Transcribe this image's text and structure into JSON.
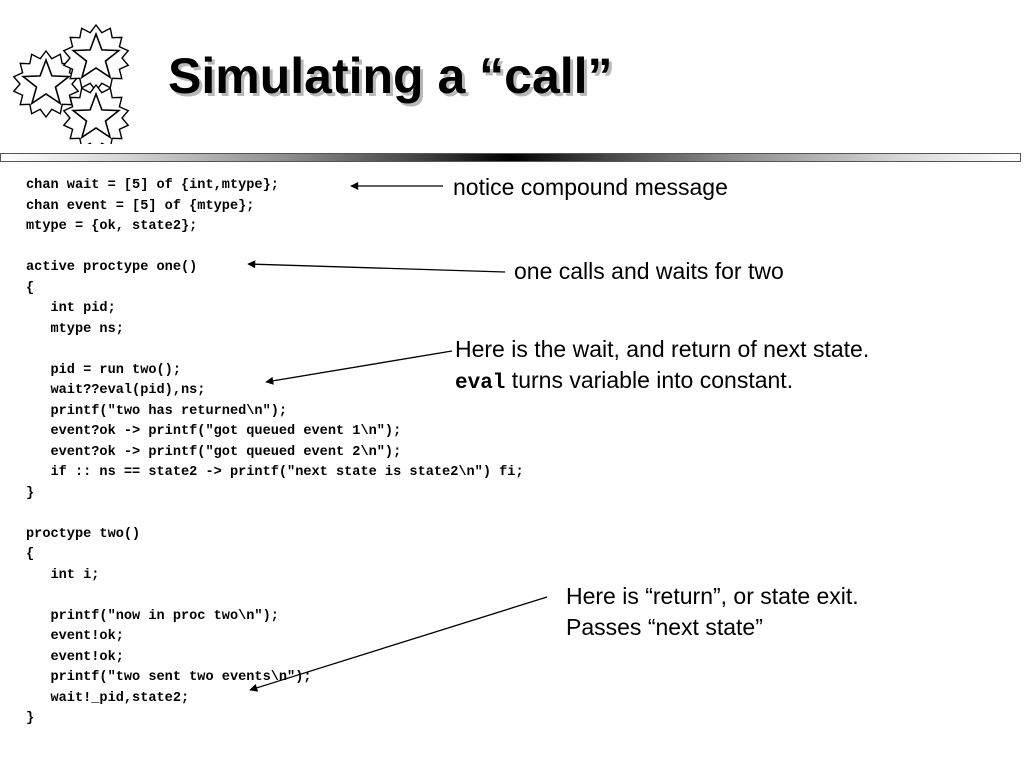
{
  "slide": {
    "title": "Simulating a “call”",
    "logo_icon": "stars-logo-icon"
  },
  "code_lines": [
    "chan wait = [5] of {int,mtype};",
    "chan event = [5] of {mtype};",
    "mtype = {ok, state2};",
    "",
    "active proctype one()",
    "{",
    "   int pid;",
    "   mtype ns;",
    "",
    "   pid = run two();",
    "   wait??eval(pid),ns;",
    "   printf(\"two has returned\\n\");",
    "   event?ok -> printf(\"got queued event 1\\n\");",
    "   event?ok -> printf(\"got queued event 2\\n\");",
    "   if :: ns == state2 -> printf(\"next state is state2\\n\") fi;",
    "}",
    "",
    "proctype two()",
    "{",
    "   int i;",
    "",
    "   printf(\"now in proc two\\n\");",
    "   event!ok;",
    "   event!ok;",
    "   printf(\"two sent two events\\n\");",
    "   wait!_pid,state2;",
    "}"
  ],
  "annotations": {
    "compound": "notice compound message",
    "calls": "one calls and waits for two",
    "wait_line1": "Here is the wait, and return of next state.",
    "wait_keyword": "eval",
    "wait_line2_rest": " turns variable into constant.",
    "return_line1": "Here is “return”, or state exit.",
    "return_line2": "Passes “next state”"
  }
}
